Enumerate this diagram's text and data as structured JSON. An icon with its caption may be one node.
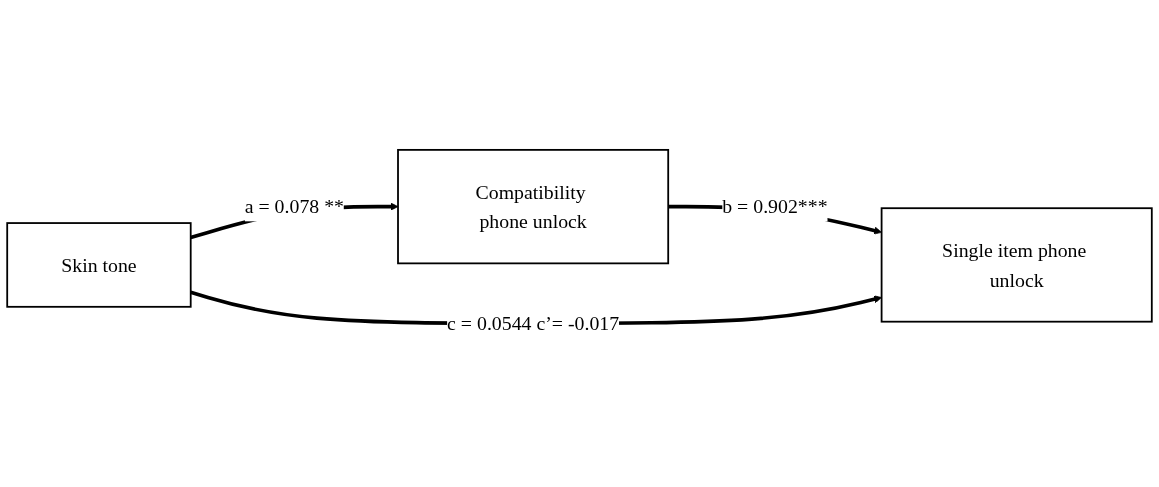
{
  "diagram": {
    "nodes": [
      {
        "text": [
          "Compatibility phone unlock"
        ]
      },
      {
        "text": [
          "Skin tone"
        ]
      },
      {
        "text": [
          "Single item phone unlock"
        ]
      }
    ],
    "edges": [
      {
        "from": 1,
        "to": 0,
        "arrow": "to",
        "label": "a = 0.078 **"
      },
      {
        "from": 0,
        "to": 2,
        "arrow": "to",
        "label": "b = 0.902***"
      },
      {
        "from": 1,
        "to": 2,
        "arrow": "to",
        "label": "c = 0.0544 c’= -0.017"
      }
    ]
  }
}
